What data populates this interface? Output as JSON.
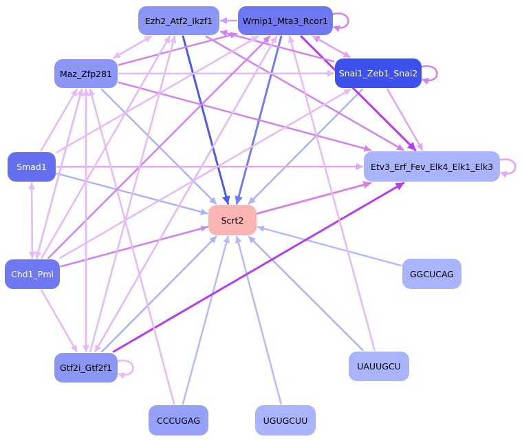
{
  "nodes": [
    {
      "id": "ezh2",
      "label": "Ezh2_Atf2_Ikzf1",
      "color": "#8c96f5",
      "text": "#000000"
    },
    {
      "id": "wrnip1",
      "label": "Wrnip1_Mta3_Rcor1",
      "color": "#6e78f0",
      "text": "#000000"
    },
    {
      "id": "maz",
      "label": "Maz_Zfp281",
      "color": "#8c96f5",
      "text": "#000000"
    },
    {
      "id": "snai1",
      "label": "Snai1_Zeb1_Snai2",
      "color": "#3c50eb",
      "text": "#ffffff"
    },
    {
      "id": "smad1",
      "label": "Smad1",
      "color": "#6470f0",
      "text": "#ffffff"
    },
    {
      "id": "etv3",
      "label": "Etv3_Erf_Fev_Elk4_Elk1_Elk3",
      "color": "#aab4fa",
      "text": "#000000"
    },
    {
      "id": "scrt2",
      "label": "Scrt2",
      "color": "#fab4b4",
      "text": "#000000"
    },
    {
      "id": "chd1",
      "label": "Chd1_Pml",
      "color": "#6e78f0",
      "text": "#ffffff"
    },
    {
      "id": "ggcucag",
      "label": "GGCUCAG",
      "color": "#aab4fa",
      "text": "#000000"
    },
    {
      "id": "gtf2i",
      "label": "Gtf2i_Gtf2f1",
      "color": "#8c96f5",
      "text": "#000000"
    },
    {
      "id": "uauugcu",
      "label": "UAUUGCU",
      "color": "#aab4fa",
      "text": "#000000"
    },
    {
      "id": "cccugag",
      "label": "CCCUGAG",
      "color": "#96a0f7",
      "text": "#000000"
    },
    {
      "id": "ugugcuu",
      "label": "UGUGCUU",
      "color": "#aab4fa",
      "text": "#000000"
    }
  ],
  "edges": [
    {
      "from": "ezh2",
      "to": "scrt2",
      "color": "#4b5aeb"
    },
    {
      "from": "wrnip1",
      "to": "scrt2",
      "color": "#6e7df0"
    },
    {
      "from": "snai1",
      "to": "scrt2",
      "color": "#aab4f5"
    },
    {
      "from": "maz",
      "to": "scrt2",
      "color": "#aab4f5"
    },
    {
      "from": "smad1",
      "to": "scrt2",
      "color": "#aab4f5"
    },
    {
      "from": "chd1",
      "to": "scrt2",
      "color": "#aab4f5"
    },
    {
      "from": "gtf2i",
      "to": "scrt2",
      "color": "#aab4f5"
    },
    {
      "from": "cccugag",
      "to": "scrt2",
      "color": "#b4bcf7"
    },
    {
      "from": "ugugcuu",
      "to": "scrt2",
      "color": "#b4bcf7"
    },
    {
      "from": "uauugcu",
      "to": "scrt2",
      "color": "#aab4f5"
    },
    {
      "from": "ggcucag",
      "to": "scrt2",
      "color": "#b4bcf7"
    },
    {
      "from": "scrt2",
      "to": "etv3",
      "color": "#faa0a0"
    },
    {
      "from": "gtf2i",
      "to": "etv3",
      "color": "#b43cf0"
    },
    {
      "from": "chd1",
      "to": "etv3",
      "color": "#d282f0"
    },
    {
      "from": "smad1",
      "to": "etv3",
      "color": "#e1a5f5"
    },
    {
      "from": "maz",
      "to": "etv3",
      "color": "#d282f0"
    },
    {
      "from": "wrnip1",
      "to": "etv3",
      "color": "#b43cf0"
    },
    {
      "from": "ezh2",
      "to": "etv3",
      "color": "#d282f0"
    },
    {
      "from": "snai1",
      "to": "etv3",
      "color": "#e1a5f5"
    },
    {
      "from": "uauugcu",
      "to": "wrnip1",
      "color": "#e6b9f7"
    },
    {
      "from": "cccugag",
      "to": "maz",
      "color": "#e6b9f7"
    },
    {
      "from": "wrnip1",
      "to": "ezh2",
      "color": "#c8a0f5"
    },
    {
      "from": "snai1",
      "to": "wrnip1",
      "color": "#d282f0"
    },
    {
      "from": "wrnip1",
      "to": "snai1",
      "color": "#e1a5f5"
    },
    {
      "from": "snai1",
      "to": "ezh2",
      "color": "#d282f0"
    },
    {
      "from": "maz",
      "to": "snai1",
      "color": "#e6b9f7"
    },
    {
      "from": "maz",
      "to": "wrnip1",
      "color": "#d282f0"
    },
    {
      "from": "maz",
      "to": "ezh2",
      "color": "#e6b9f7"
    },
    {
      "from": "ezh2",
      "to": "maz",
      "color": "#e6b9f7"
    },
    {
      "from": "chd1",
      "to": "wrnip1",
      "color": "#d282f0"
    },
    {
      "from": "chd1",
      "to": "ezh2",
      "color": "#e6b9f7"
    },
    {
      "from": "chd1",
      "to": "snai1",
      "color": "#e6b9f7"
    },
    {
      "from": "chd1",
      "to": "maz",
      "color": "#e6b9f7"
    },
    {
      "from": "maz",
      "to": "chd1",
      "color": "#e6b9f7"
    },
    {
      "from": "smad1",
      "to": "wrnip1",
      "color": "#e6b9f7"
    },
    {
      "from": "smad1",
      "to": "chd1",
      "color": "#e6b9f7"
    },
    {
      "from": "chd1",
      "to": "smad1",
      "color": "#e6b9f7"
    },
    {
      "from": "smad1",
      "to": "maz",
      "color": "#e6b9f7"
    },
    {
      "from": "gtf2i",
      "to": "maz",
      "color": "#e6b9f7"
    },
    {
      "from": "gtf2i",
      "to": "ezh2",
      "color": "#e6b9f7"
    },
    {
      "from": "gtf2i",
      "to": "wrnip1",
      "color": "#e6b9f7"
    },
    {
      "from": "chd1",
      "to": "gtf2i",
      "color": "#e6b9f7"
    },
    {
      "from": "maz",
      "to": "gtf2i",
      "color": "#e6b9f7"
    },
    {
      "from": "wrnip1",
      "to": "gtf2i",
      "color": "#e6b9f7"
    }
  ],
  "self_loops": [
    {
      "node": "wrnip1",
      "color": "#d282f0"
    },
    {
      "node": "snai1",
      "color": "#d282f0"
    },
    {
      "node": "etv3",
      "color": "#e1a5f5"
    },
    {
      "node": "gtf2i",
      "color": "#e6b9f7"
    }
  ]
}
